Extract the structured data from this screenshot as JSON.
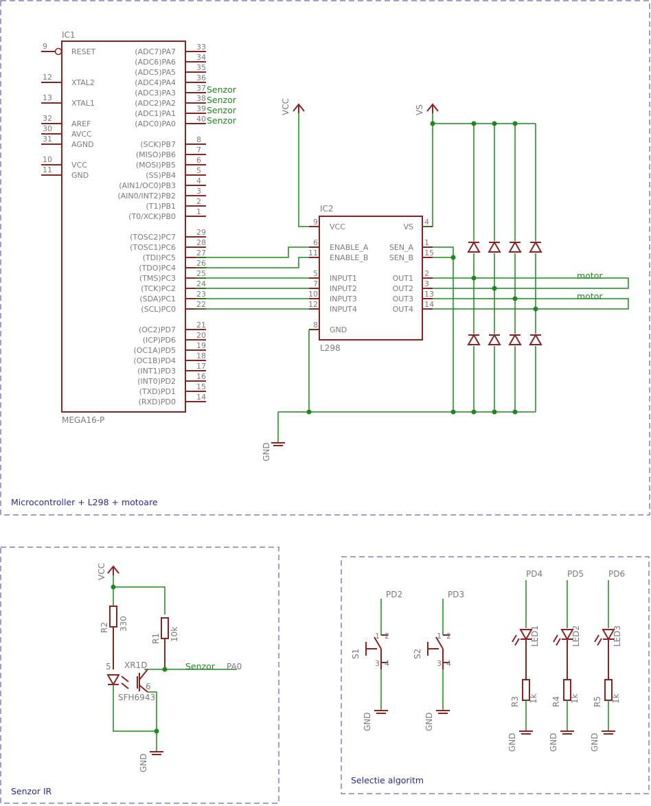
{
  "frames": {
    "main": "Microcontroller + L298 + motoare",
    "ir": "Senzor IR",
    "algo": "Selectie algoritm"
  },
  "ic1": {
    "name": "IC1",
    "value": "MEGA16-P",
    "left_pins": [
      {
        "num": "9",
        "label": "RESET"
      },
      {
        "num": "12",
        "label": "XTAL2"
      },
      {
        "num": "13",
        "label": "XTAL1"
      },
      {
        "num": "32",
        "label": "AREF"
      },
      {
        "num": "30",
        "label": "AVCC"
      },
      {
        "num": "31",
        "label": "AGND"
      },
      {
        "num": "10",
        "label": "VCC"
      },
      {
        "num": "11",
        "label": "GND"
      }
    ],
    "right_pins": [
      {
        "num": "33",
        "label": "(ADC7)PA7"
      },
      {
        "num": "34",
        "label": "(ADC6)PA6"
      },
      {
        "num": "35",
        "label": "(ADC5)PA5"
      },
      {
        "num": "36",
        "label": "(ADC4)PA4"
      },
      {
        "num": "37",
        "label": "(ADC3)PA3"
      },
      {
        "num": "38",
        "label": "(ADC2)PA2"
      },
      {
        "num": "39",
        "label": "(ADC1)PA1"
      },
      {
        "num": "40",
        "label": "(ADC0)PA0"
      },
      {
        "num": "8",
        "label": "(SCK)PB7"
      },
      {
        "num": "7",
        "label": "(MISO)PB6"
      },
      {
        "num": "6",
        "label": "(MOSI)PB5"
      },
      {
        "num": "5",
        "label": "(SS)PB4"
      },
      {
        "num": "4",
        "label": "(AIN1/OC0)PB3"
      },
      {
        "num": "3",
        "label": "(AIN0/INT2)PB2"
      },
      {
        "num": "2",
        "label": "(T1)PB1"
      },
      {
        "num": "1",
        "label": "(T0/XCK)PB0"
      },
      {
        "num": "29",
        "label": "(TOSC2)PC7"
      },
      {
        "num": "28",
        "label": "(TOSC1)PC6"
      },
      {
        "num": "27",
        "label": "(TDI)PC5"
      },
      {
        "num": "26",
        "label": "(TDO)PC4"
      },
      {
        "num": "25",
        "label": "(TMS)PC3"
      },
      {
        "num": "24",
        "label": "(TCK)PC2"
      },
      {
        "num": "23",
        "label": "(SDA)PC1"
      },
      {
        "num": "22",
        "label": "(SCL)PC0"
      },
      {
        "num": "21",
        "label": "(OC2)PD7"
      },
      {
        "num": "20",
        "label": "(ICP)PD6"
      },
      {
        "num": "19",
        "label": "(OC1A)PD5"
      },
      {
        "num": "18",
        "label": "(OC1B)PD4"
      },
      {
        "num": "17",
        "label": "(INT1)PD3"
      },
      {
        "num": "16",
        "label": "(INT0)PD2"
      },
      {
        "num": "15",
        "label": "(TXD)PD1"
      },
      {
        "num": "14",
        "label": "(RXD)PD0"
      }
    ],
    "sensor_net": "Senzor"
  },
  "ic2": {
    "name": "IC2",
    "value": "L298",
    "left_pins": [
      {
        "num": "9",
        "label": "VCC"
      },
      {
        "num": "6",
        "label": "ENABLE_A"
      },
      {
        "num": "11",
        "label": "ENABLE_B"
      },
      {
        "num": "5",
        "label": "INPUT1"
      },
      {
        "num": "7",
        "label": "INPUT2"
      },
      {
        "num": "10",
        "label": "INPUT3"
      },
      {
        "num": "12",
        "label": "INPUT4"
      },
      {
        "num": "8",
        "label": "GND"
      }
    ],
    "right_pins": [
      {
        "num": "4",
        "label": "VS"
      },
      {
        "num": "1",
        "label": "SEN_A"
      },
      {
        "num": "15",
        "label": "SEN_B"
      },
      {
        "num": "2",
        "label": "OUT1"
      },
      {
        "num": "3",
        "label": "OUT2"
      },
      {
        "num": "13",
        "label": "OUT3"
      },
      {
        "num": "14",
        "label": "OUT4"
      }
    ]
  },
  "supplies": {
    "vcc": "VCC",
    "vs": "VS",
    "gnd": "GND"
  },
  "motor_label": "motor",
  "ir": {
    "r2_name": "R2",
    "r2_value": "330",
    "r1_name": "R1",
    "r1_value": "10k",
    "xr_name": "XR1D",
    "xr_value": "SFH6943",
    "pin5": "5",
    "pin6": "6",
    "net": "Senzor",
    "port": "PA0"
  },
  "algo": {
    "switches": [
      {
        "name": "S1",
        "net": "PD2"
      },
      {
        "name": "S2",
        "net": "PD3"
      }
    ],
    "sw_pins": [
      "1",
      "2",
      "3",
      "4"
    ],
    "leds": [
      {
        "net": "PD4",
        "led": "LED1",
        "res": "R3",
        "value": "1k"
      },
      {
        "net": "PD5",
        "led": "LED2",
        "res": "R4",
        "value": "1k"
      },
      {
        "net": "PD6",
        "led": "LED3",
        "res": "R5",
        "value": "1k"
      }
    ]
  }
}
